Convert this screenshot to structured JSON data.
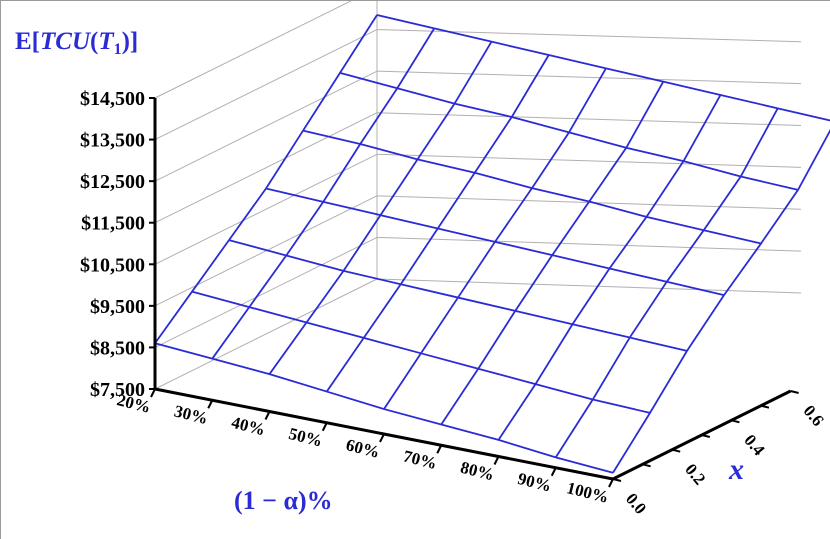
{
  "chart_data": {
    "type": "surface",
    "title": "E[TCU(T1)]",
    "title_parts": {
      "prefix": "E[",
      "italic": "TCU",
      "paren_open": "(",
      "var": "T",
      "sub": "1",
      "suffix": ")]"
    },
    "xlabel": "(1 − α)%",
    "zlabel": "x",
    "y_ticks": [
      "$14,500",
      "$13,500",
      "$12,500",
      "$11,500",
      "$10,500",
      "$9,500",
      "$8,500",
      "$7,500"
    ],
    "y_tick_values": [
      14500,
      13500,
      12500,
      11500,
      10500,
      9500,
      8500,
      7500
    ],
    "ylim": [
      7500,
      14500
    ],
    "x_ticks": [
      "20%",
      "30%",
      "40%",
      "50%",
      "60%",
      "70%",
      "80%",
      "90%",
      "100%"
    ],
    "x_values": [
      20,
      30,
      40,
      50,
      60,
      70,
      80,
      90,
      100
    ],
    "z_ticks": [
      "0.0",
      "0.2",
      "0.4",
      "0.6"
    ],
    "z_values": [
      0.0,
      0.1,
      0.2,
      0.3,
      0.4,
      0.5,
      0.6
    ],
    "surface_values": [
      [
        8600,
        8500,
        8400,
        8250,
        8100,
        8000,
        7900,
        7750,
        7650
      ],
      [
        9400,
        9300,
        9200,
        9100,
        9000,
        8900,
        8800,
        8700,
        8650
      ],
      [
        10200,
        10100,
        10000,
        9950,
        9900,
        9850,
        9800,
        9750,
        9700
      ],
      [
        11000,
        10950,
        10900,
        10850,
        10800,
        10750,
        10700,
        10650,
        10600
      ],
      [
        11950,
        11900,
        11800,
        11750,
        11650,
        11600,
        11500,
        11450,
        11400
      ],
      [
        12900,
        12800,
        12700,
        12650,
        12550,
        12450,
        12400,
        12300,
        12250
      ],
      [
        13850,
        13800,
        13750,
        13700,
        13650,
        13600,
        13550,
        13500,
        13450
      ]
    ],
    "grid": true,
    "colors": {
      "surface": "#2b2bd6",
      "labels": "#2b2bd6",
      "axes": "#000000",
      "gridlines": "#b0b0b0"
    }
  }
}
